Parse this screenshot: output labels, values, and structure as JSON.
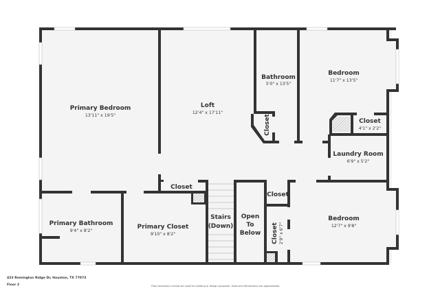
{
  "plan": {
    "rooms": [
      {
        "id": "primary-bedroom",
        "name": "Primary Bedroom",
        "dims": "13'11\" x 19'5\""
      },
      {
        "id": "loft",
        "name": "Loft",
        "dims": "12'4\" x 17'11\""
      },
      {
        "id": "bathroom",
        "name": "Bathroom",
        "dims": "5'0\" x 13'5\""
      },
      {
        "id": "bedroom-1",
        "name": "Bedroom",
        "dims": "11'7\" x 13'5\""
      },
      {
        "id": "closet-bath",
        "name": "Closet",
        "dims": ""
      },
      {
        "id": "closet-bed1",
        "name": "Closet",
        "dims": "4'1\" x 2'2\""
      },
      {
        "id": "laundry-room",
        "name": "Laundry Room",
        "dims": "6'9\" x 5'2\""
      },
      {
        "id": "closet-loft",
        "name": "Closet",
        "dims": ""
      },
      {
        "id": "primary-bathroom",
        "name": "Primary Bathroom",
        "dims": "9'4\" x 8'2\""
      },
      {
        "id": "primary-closet",
        "name": "Primary Closet",
        "dims": "9'10\" x 8'2\""
      },
      {
        "id": "stairs",
        "name": "Stairs",
        "name2": "(Down)",
        "dims": ""
      },
      {
        "id": "open-to-below",
        "name": "Open",
        "name2": "To",
        "name3": "Below",
        "dims": ""
      },
      {
        "id": "closet-hall",
        "name": "Closet",
        "dims": ""
      },
      {
        "id": "closet-bed2",
        "name": "Closet",
        "dims": "2'9\" x 6'7\""
      },
      {
        "id": "bedroom-2",
        "name": "Bedroom",
        "dims": "12'7\" x 9'8\""
      }
    ]
  },
  "footer": {
    "address": "423 Remington Ridge Dr, Houston, TX 77073",
    "floor": "Floor 2",
    "disclaimer": "Floor plans/tour cannot be used for building or design purposes. Sizes and dimensions are approximate."
  }
}
